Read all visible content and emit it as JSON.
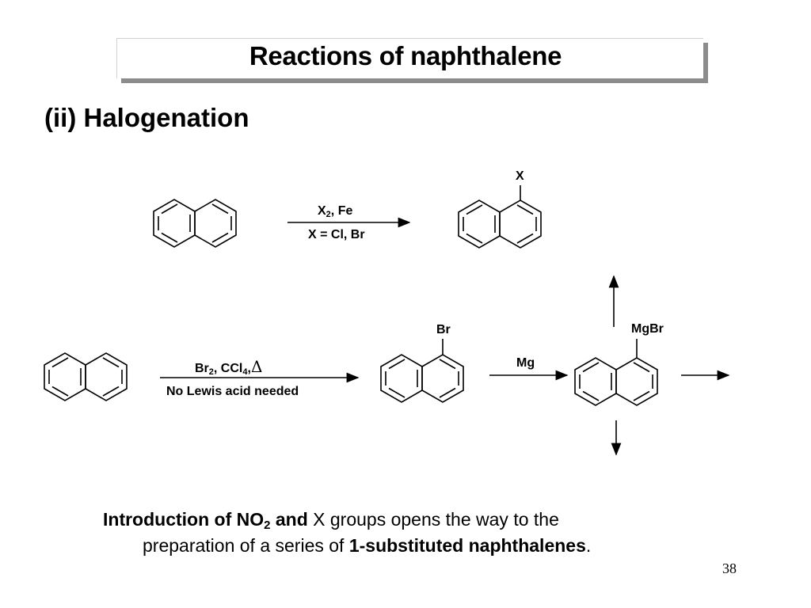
{
  "header": {
    "title": "Reactions of naphthalene"
  },
  "section": {
    "heading": "(ii) Halogenation"
  },
  "reaction1": {
    "reagent_main": "X",
    "reagent_sub": "2",
    "reagent_rest": ", Fe",
    "condition": "X = Cl, Br",
    "product_substituent": "X"
  },
  "reaction2": {
    "reagent_a": "Br",
    "reagent_a_sub": "2",
    "reagent_b": ", CCl",
    "reagent_b_sub": "4",
    "reagent_c": ",",
    "delta": "Δ",
    "condition": "No Lewis acid needed",
    "product_substituent": "Br"
  },
  "reaction3": {
    "reagent": "Mg",
    "product_substituent": "MgBr"
  },
  "footer": {
    "bold1": "Introduction of NO",
    "bold1_sub": "2",
    "bold2": " and",
    "normal1": " X groups opens the way to the",
    "normal2": "preparation of a series of ",
    "bold3": "1-substituted naphthalenes",
    "end": "."
  },
  "page_number": "38"
}
